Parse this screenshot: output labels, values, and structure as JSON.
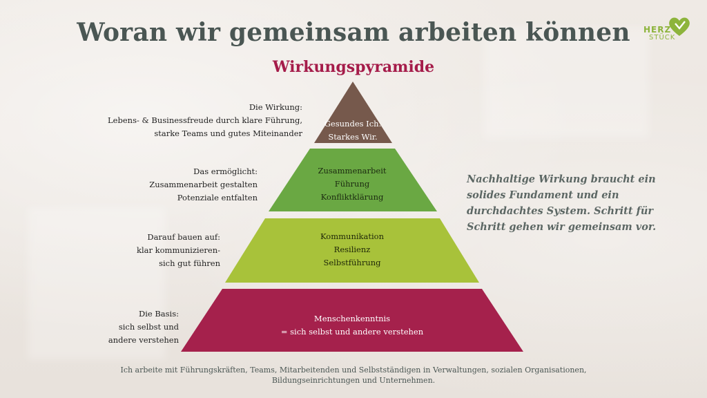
{
  "title": "Woran wir gemeinsam arbeiten können",
  "subtitle": "Wirkungspyramide",
  "logo": {
    "line1": "HERZ",
    "line2": "STÜCK",
    "icon": "heart-icon",
    "color": "#8db43c"
  },
  "pyramid": {
    "levels": [
      {
        "lines": [
          "Gesundes Ich.",
          "Starkes Wir."
        ],
        "color": "#76594c",
        "text_color": "#ffffff"
      },
      {
        "lines": [
          "Zusammenarbeit",
          "Führung",
          "Konfliktklärung"
        ],
        "color": "#6aa843",
        "text_color": "#1b2a10"
      },
      {
        "lines": [
          "Kommunikation",
          "Resilienz",
          "Selbstführung"
        ],
        "color": "#a8c23a",
        "text_color": "#1e2608"
      },
      {
        "lines": [
          "Menschenkenntnis",
          "= sich selbst und andere verstehen"
        ],
        "color": "#a5214c",
        "text_color": "#ffffff"
      }
    ]
  },
  "side_labels": [
    {
      "lines": [
        "Die Wirkung:",
        "Lebens- & Businessfreude durch klare Führung,",
        "starke Teams und gutes Miteinander"
      ]
    },
    {
      "lines": [
        "Das ermöglicht:",
        "Zusammenarbeit gestalten",
        "Potenziale entfalten"
      ]
    },
    {
      "lines": [
        "Darauf bauen auf:",
        "klar kommunizieren-",
        "sich gut führen"
      ]
    },
    {
      "lines": [
        "Die Basis:",
        "sich selbst und",
        "andere verstehen"
      ]
    }
  ],
  "quote": {
    "lines": [
      "Nachhaltige Wirkung braucht ein",
      "solides Fundament und ein",
      "durchdachtes System. Schritt für",
      "Schritt gehen wir gemeinsam vor."
    ]
  },
  "footer": {
    "lines": [
      "Ich arbeite mit Führungskräften, Teams, Mitarbeitenden und Selbstständigen in Verwaltungen, sozialen Organisationen,",
      "Bildungseinrichtungen und Unternehmen."
    ]
  }
}
